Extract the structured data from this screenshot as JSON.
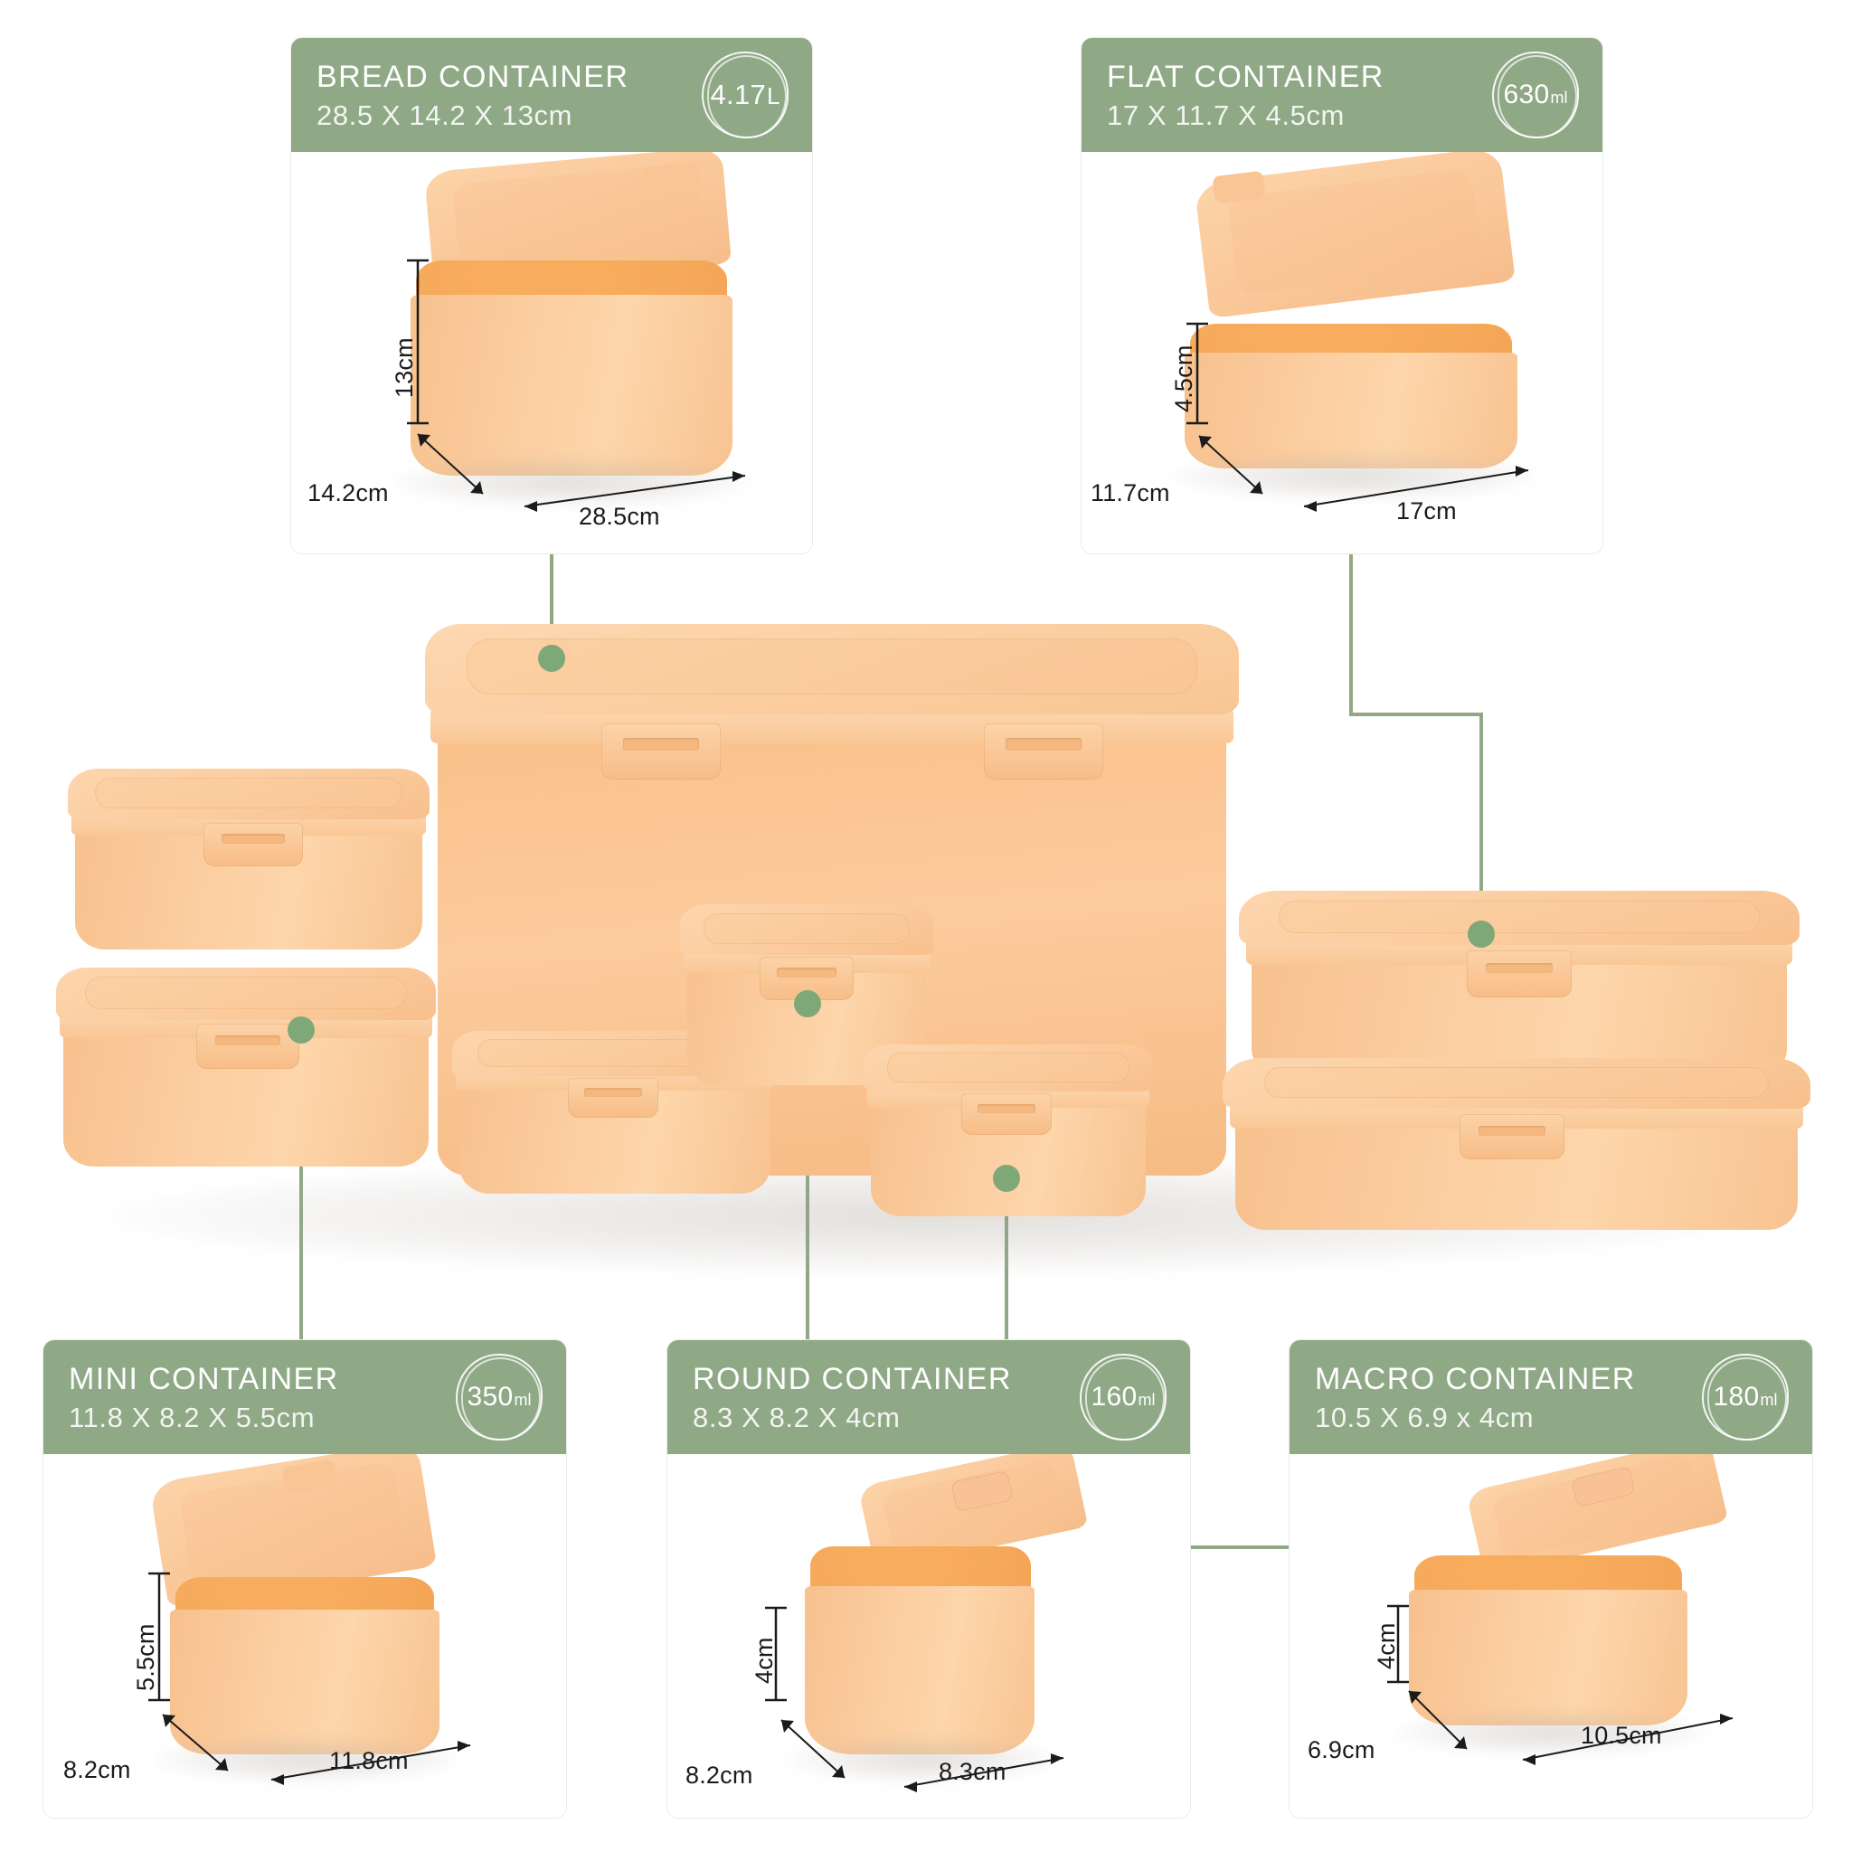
{
  "theme": {
    "header_green": "#8fa886",
    "marker_green": "#7fa878",
    "connector_green": "#8fa886",
    "container_peach": "#fbcb9d",
    "container_inner_orange": "#f6a95a",
    "background": "#ffffff"
  },
  "cards": [
    {
      "id": "bread-container",
      "title": "BREAD CONTAINER",
      "dimensions": "28.5 X 14.2 X 13cm",
      "volume_value": "4.17",
      "volume_unit": "L",
      "dim_labels": {
        "height": "13cm",
        "depth": "14.2cm",
        "width": "28.5cm"
      }
    },
    {
      "id": "flat-container",
      "title": "FLAT CONTAINER",
      "dimensions": "17 X 11.7 X 4.5cm",
      "volume_value": "630",
      "volume_unit": "ml",
      "dim_labels": {
        "height": "4.5cm",
        "depth": "11.7cm",
        "width": "17cm"
      }
    },
    {
      "id": "mini-container",
      "title": "MINI CONTAINER",
      "dimensions": "11.8 X 8.2 X 5.5cm",
      "volume_value": "350",
      "volume_unit": "ml",
      "dim_labels": {
        "height": "5.5cm",
        "depth": "8.2cm",
        "width": "11.8cm"
      }
    },
    {
      "id": "round-container",
      "title": "ROUND CONTAINER",
      "dimensions": "8.3 X 8.2 X 4cm",
      "volume_value": "160",
      "volume_unit": "ml",
      "dim_labels": {
        "height": "4cm",
        "depth": "8.2cm",
        "width": "8.3cm"
      }
    },
    {
      "id": "macro-container",
      "title": "MACRO CONTAINER",
      "dimensions": "10.5 X 6.9 x 4cm",
      "volume_value": "180",
      "volume_unit": "ml",
      "dim_labels": {
        "height": "4cm",
        "depth": "6.9cm",
        "width": "10.5cm"
      }
    }
  ]
}
